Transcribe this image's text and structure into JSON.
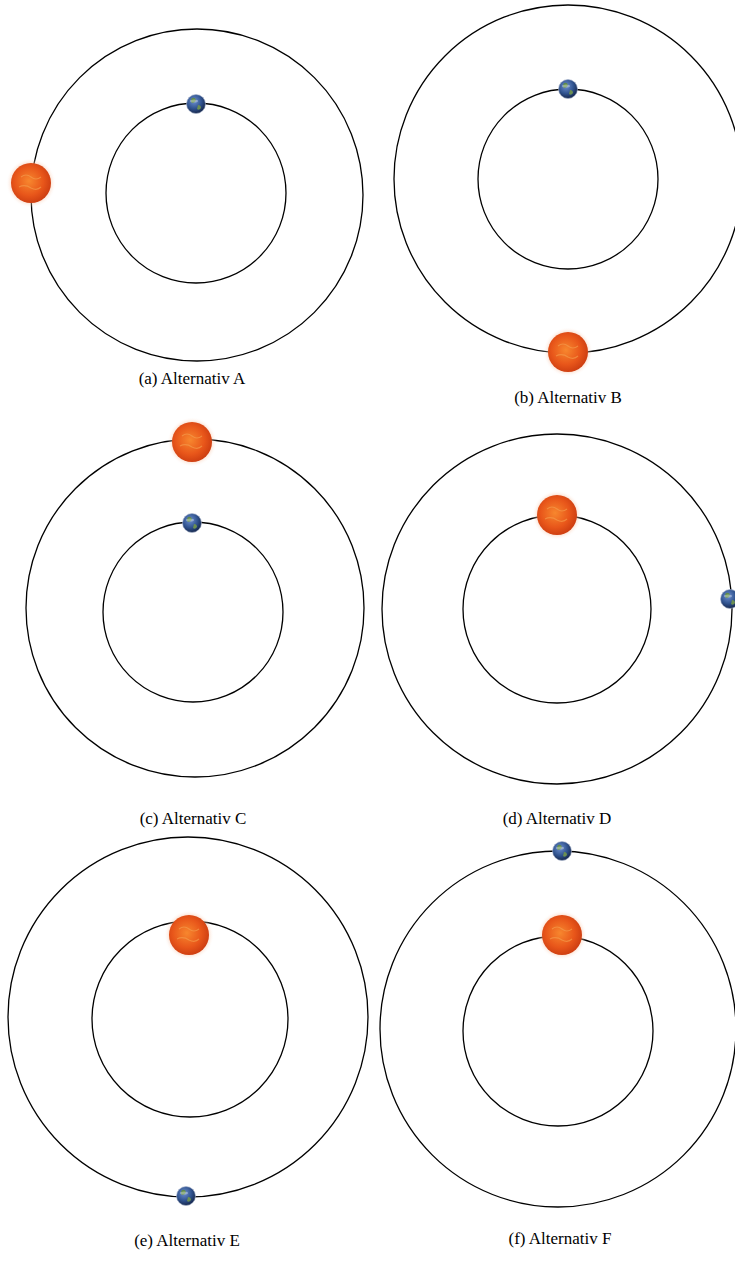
{
  "diagram": {
    "labels": [
      "(a) Alternativ A",
      "(b) Alternativ B",
      "(c) Alternativ C",
      "(d) Alternativ D",
      "(e) Alternativ E",
      "(f) Alternativ F"
    ]
  }
}
